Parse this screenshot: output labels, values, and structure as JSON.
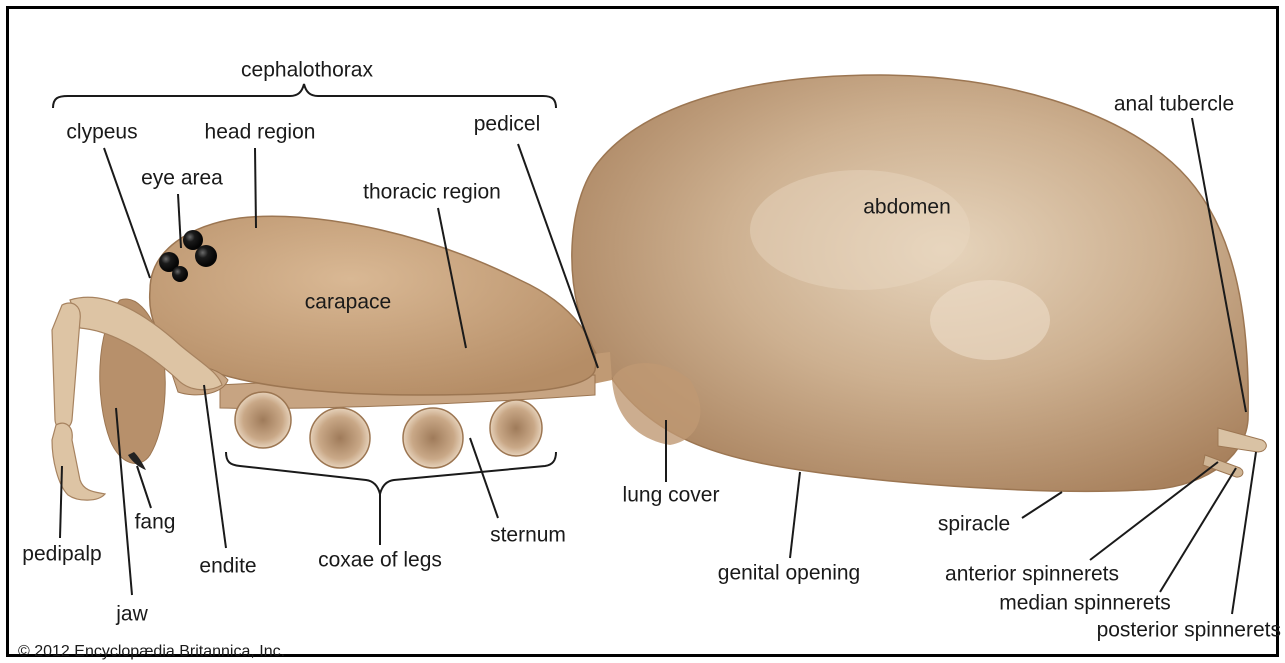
{
  "labels": {
    "cephalothorax": "cephalothorax",
    "clypeus": "clypeus",
    "head_region": "head region",
    "eye_area": "eye area",
    "thoracic_region": "thoracic region",
    "carapace": "carapace",
    "pedicel": "pedicel",
    "abdomen": "abdomen",
    "anal_tubercle": "anal tubercle",
    "pedipalp": "pedipalp",
    "fang": "fang",
    "jaw": "jaw",
    "endite": "endite",
    "coxae_of_legs": "coxae of legs",
    "sternum": "sternum",
    "lung_cover": "lung cover",
    "genital_opening": "genital opening",
    "spiracle": "spiracle",
    "anterior_spinnerets": "anterior spinnerets",
    "median_spinnerets": "median spinnerets",
    "posterior_spinnerets": "posterior spinnerets"
  },
  "credit": "© 2012 Encyclopædia Britannica, Inc.",
  "colors": {
    "body": "#c8a583",
    "abdomen_light": "#e3cfb6",
    "abdomen_dark": "#b08a66",
    "eyes": "#151515",
    "leader_lines": "#1a1a1a"
  }
}
